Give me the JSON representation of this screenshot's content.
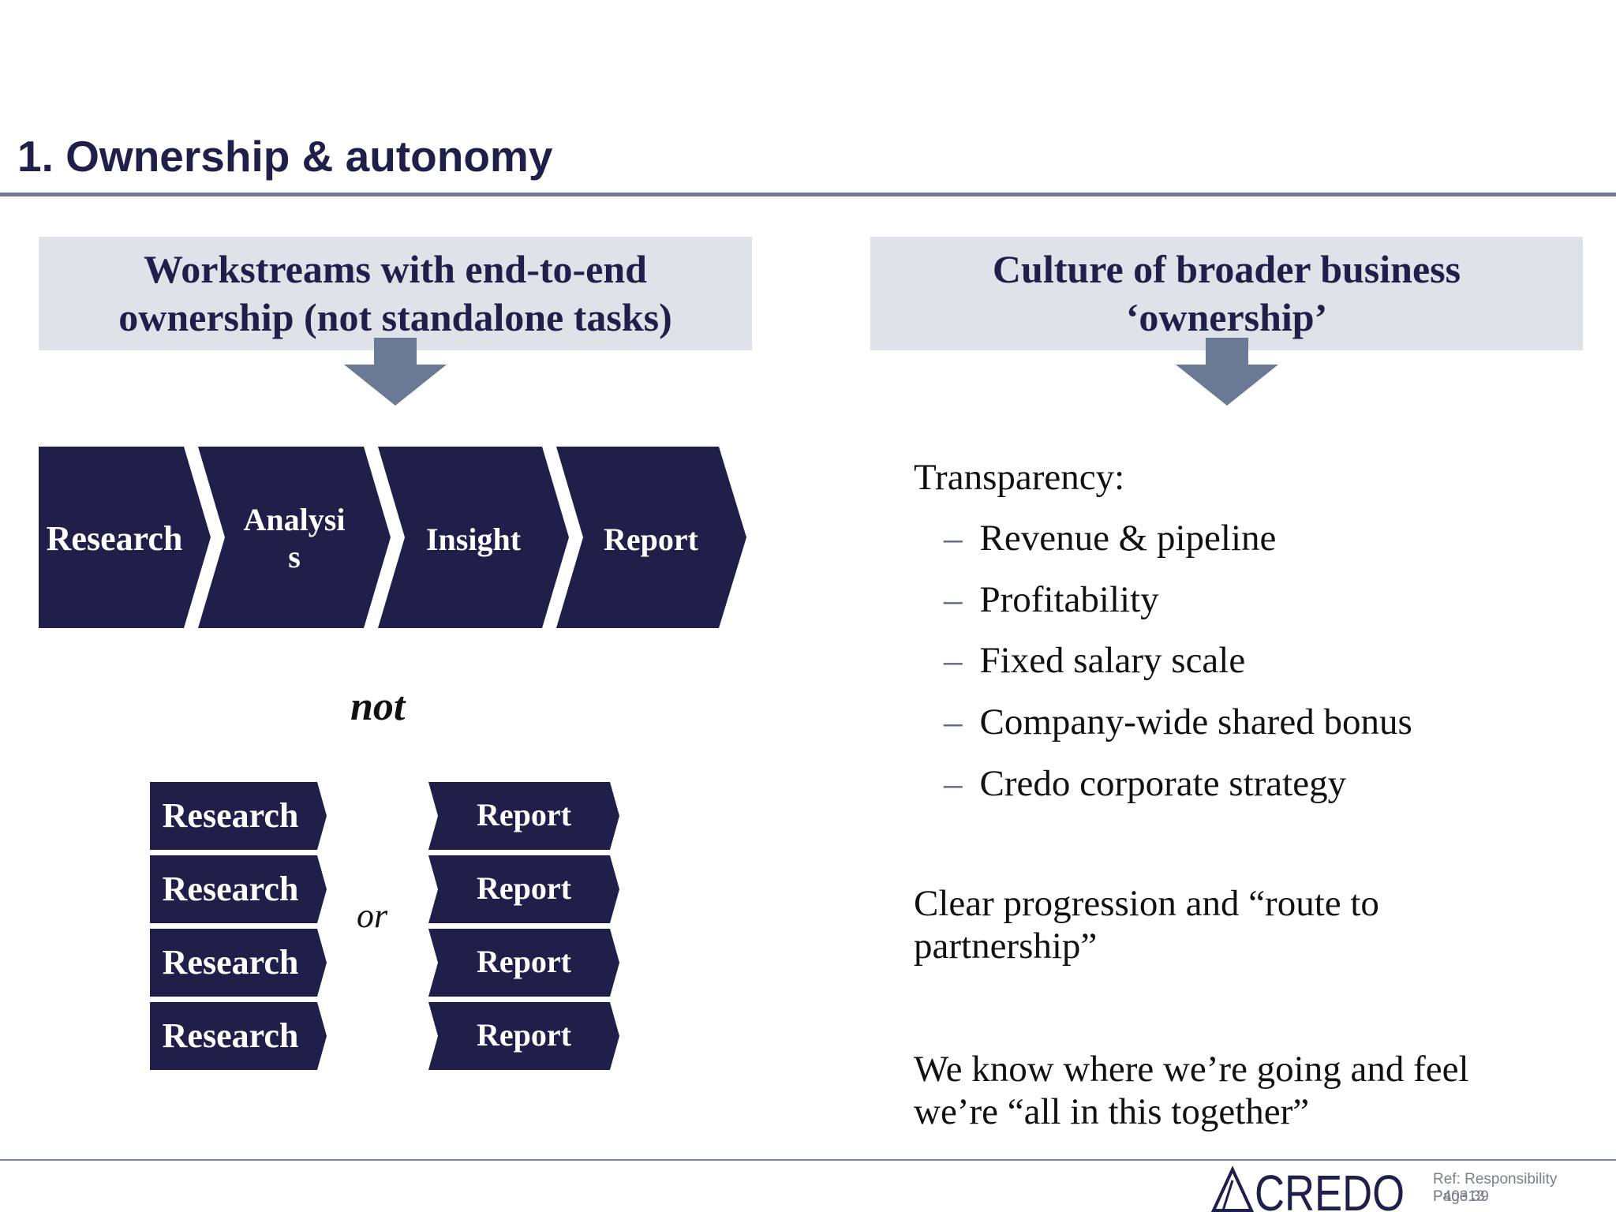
{
  "title": "1. Ownership & autonomy",
  "left_header": {
    "line1": "Workstreams with end-to-end",
    "line2": "ownership (not standalone tasks)"
  },
  "right_header": {
    "line1": "Culture of broader business",
    "line2": "‘ownership’"
  },
  "process_steps": [
    "Research",
    "Analysi",
    "s",
    "Insight",
    "Report"
  ],
  "not_label": "not",
  "or_label": "or",
  "research_blocks": [
    "Research",
    "Research",
    "Research",
    "Research"
  ],
  "report_blocks": [
    "Report",
    "Report",
    "Report",
    "Report"
  ],
  "transparency": {
    "heading": "Transparency:",
    "items": [
      "Revenue & pipeline",
      "Profitability",
      "Fixed salary scale",
      "Company-wide shared bonus",
      "Credo corporate strategy"
    ]
  },
  "progression": {
    "line1": "Clear progression and “route to",
    "line2": "partnership”"
  },
  "together": {
    "line1": "We know where we’re going and feel",
    "line2": "we’re “all in this together”"
  },
  "footer": {
    "logo_text": "CREDO",
    "ref_line1": "Ref: Responsibility",
    "ref_line2": "P40313",
    "page_label": "Page 39"
  },
  "colors": {
    "navy": "#1f1f4a",
    "header_bg": "#e0e2ea",
    "arrow_gray": "#6b7a94",
    "rule": "#6e7a91"
  }
}
